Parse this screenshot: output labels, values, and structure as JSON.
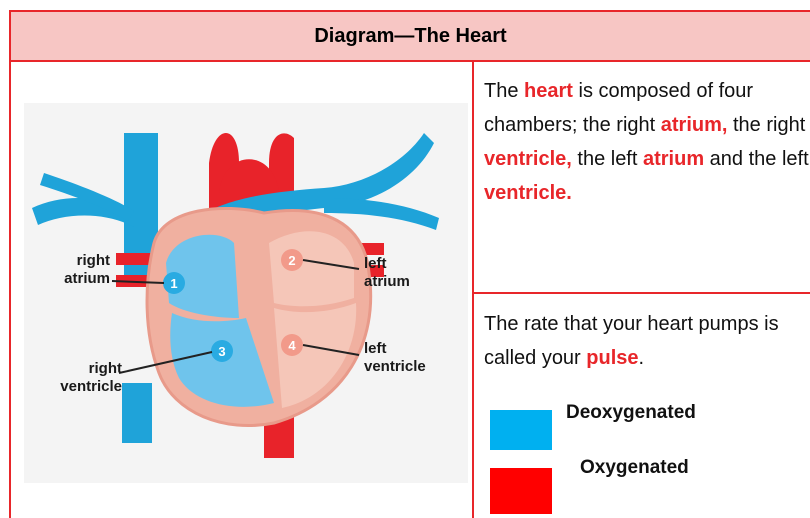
{
  "header": {
    "title": "Diagram—The Heart"
  },
  "diagram": {
    "labels": {
      "right_atrium": [
        "right",
        "atrium"
      ],
      "left_atrium": [
        "left",
        "atrium"
      ],
      "right_ventricle": [
        "right",
        "ventricle"
      ],
      "left_ventricle": [
        "left",
        "ventricle"
      ]
    },
    "numbers": [
      "1",
      "2",
      "3",
      "4"
    ]
  },
  "description": {
    "p1": [
      "The ",
      "heart",
      " is composed of four chambers; the right ",
      "atrium,",
      " the right ",
      "ventricle,",
      " the left ",
      "atrium",
      " and the left ",
      "ventricle."
    ],
    "p2": [
      "The rate that your heart pumps is called your ",
      "pulse",
      "."
    ]
  },
  "legend": {
    "items": [
      {
        "label": "Deoxygenated",
        "color": "#00b0f0"
      },
      {
        "label": "Oxygenated",
        "color": "#ff0000"
      }
    ]
  },
  "colors": {
    "accent": "#e8262a",
    "header_bg": "#f7c6c4",
    "deoxygenated": "#00b0f0",
    "oxygenated": "#ff0000"
  }
}
